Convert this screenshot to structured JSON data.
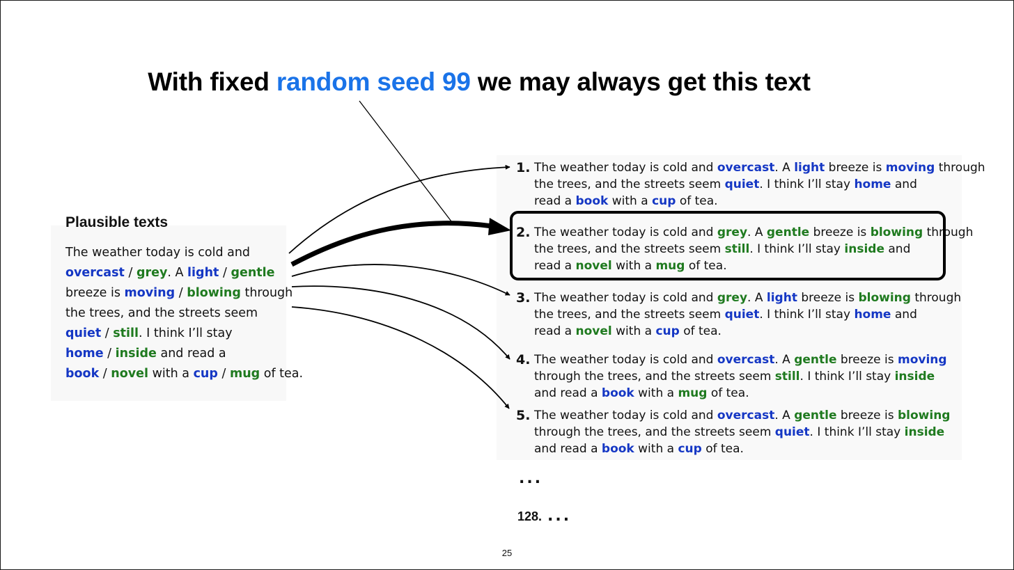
{
  "title": {
    "before": "With fixed ",
    "highlight": "random seed 99",
    "after": " we may always get this text",
    "highlight_color": "#1a73e8"
  },
  "colors": {
    "option_a": "#1537c4",
    "option_b": "#1f7a1f"
  },
  "left_panel": {
    "heading": "Plausible texts",
    "lines": [
      [
        {
          "t": "The weather today is cold and",
          "c": ""
        }
      ],
      [
        {
          "t": "overcast",
          "c": "b"
        },
        {
          "t": " / ",
          "c": ""
        },
        {
          "t": "grey",
          "c": "g"
        },
        {
          "t": ". A ",
          "c": ""
        },
        {
          "t": "light",
          "c": "b"
        },
        {
          "t": " / ",
          "c": ""
        },
        {
          "t": "gentle",
          "c": "g"
        }
      ],
      [
        {
          "t": "breeze is ",
          "c": ""
        },
        {
          "t": "moving",
          "c": "b"
        },
        {
          "t": " / ",
          "c": ""
        },
        {
          "t": "blowing",
          "c": "g"
        },
        {
          "t": " through",
          "c": ""
        }
      ],
      [
        {
          "t": "the trees, and the streets seem",
          "c": ""
        }
      ],
      [
        {
          "t": "quiet",
          "c": "b"
        },
        {
          "t": " / ",
          "c": ""
        },
        {
          "t": "still",
          "c": "g"
        },
        {
          "t": ". I think I’ll stay",
          "c": ""
        }
      ],
      [
        {
          "t": "home",
          "c": "b"
        },
        {
          "t": " / ",
          "c": ""
        },
        {
          "t": "inside",
          "c": "g"
        },
        {
          "t": " and read a",
          "c": ""
        }
      ],
      [
        {
          "t": "book",
          "c": "b"
        },
        {
          "t": " / ",
          "c": ""
        },
        {
          "t": "novel",
          "c": "g"
        },
        {
          "t": " with a ",
          "c": ""
        },
        {
          "t": "cup",
          "c": "b"
        },
        {
          "t": " / ",
          "c": ""
        },
        {
          "t": "mug",
          "c": "g"
        },
        {
          "t": " of tea.",
          "c": ""
        }
      ]
    ]
  },
  "samples": [
    {
      "number": "1.",
      "lines": [
        [
          {
            "t": "The weather today is cold and ",
            "c": ""
          },
          {
            "t": "overcast",
            "c": "b"
          },
          {
            "t": ".  A ",
            "c": ""
          },
          {
            "t": "light",
            "c": "b"
          },
          {
            "t": " breeze is ",
            "c": ""
          },
          {
            "t": "moving",
            "c": "b"
          },
          {
            "t": " through",
            "c": ""
          }
        ],
        [
          {
            "t": "the trees, and the streets seem ",
            "c": ""
          },
          {
            "t": "quiet",
            "c": "b"
          },
          {
            "t": ".  I think I’ll stay ",
            "c": ""
          },
          {
            "t": "home",
            "c": "b"
          },
          {
            "t": " and",
            "c": ""
          }
        ],
        [
          {
            "t": "read a ",
            "c": ""
          },
          {
            "t": "book",
            "c": "b"
          },
          {
            "t": " with a ",
            "c": ""
          },
          {
            "t": "cup",
            "c": "b"
          },
          {
            "t": " of tea.",
            "c": ""
          }
        ]
      ]
    },
    {
      "number": "2.",
      "lines": [
        [
          {
            "t": "The weather today is cold and ",
            "c": ""
          },
          {
            "t": "grey",
            "c": "g"
          },
          {
            "t": ".  A ",
            "c": ""
          },
          {
            "t": "gentle",
            "c": "g"
          },
          {
            "t": " breeze is ",
            "c": ""
          },
          {
            "t": "blowing",
            "c": "g"
          },
          {
            "t": " through",
            "c": ""
          }
        ],
        [
          {
            "t": "the trees, and the streets seem ",
            "c": ""
          },
          {
            "t": "still",
            "c": "g"
          },
          {
            "t": ".  I think I’ll stay ",
            "c": ""
          },
          {
            "t": "inside",
            "c": "g"
          },
          {
            "t": " and",
            "c": ""
          }
        ],
        [
          {
            "t": "read a ",
            "c": ""
          },
          {
            "t": "novel",
            "c": "g"
          },
          {
            "t": " with a ",
            "c": ""
          },
          {
            "t": "mug",
            "c": "g"
          },
          {
            "t": " of tea.",
            "c": ""
          }
        ]
      ]
    },
    {
      "number": "3.",
      "lines": [
        [
          {
            "t": "The weather today is cold and ",
            "c": ""
          },
          {
            "t": "grey",
            "c": "g"
          },
          {
            "t": ".  A ",
            "c": ""
          },
          {
            "t": "light",
            "c": "b"
          },
          {
            "t": " breeze is ",
            "c": ""
          },
          {
            "t": "blowing",
            "c": "g"
          },
          {
            "t": " through",
            "c": ""
          }
        ],
        [
          {
            "t": "the trees, and the streets seem ",
            "c": ""
          },
          {
            "t": "quiet",
            "c": "b"
          },
          {
            "t": ".  I think I’ll stay ",
            "c": ""
          },
          {
            "t": "home",
            "c": "b"
          },
          {
            "t": " and",
            "c": ""
          }
        ],
        [
          {
            "t": "read a ",
            "c": ""
          },
          {
            "t": "novel",
            "c": "g"
          },
          {
            "t": " with a ",
            "c": ""
          },
          {
            "t": "cup",
            "c": "b"
          },
          {
            "t": " of tea.",
            "c": ""
          }
        ]
      ]
    },
    {
      "number": "4.",
      "lines": [
        [
          {
            "t": "The weather today is cold and ",
            "c": ""
          },
          {
            "t": "overcast",
            "c": "b"
          },
          {
            "t": ".  A ",
            "c": ""
          },
          {
            "t": "gentle",
            "c": "g"
          },
          {
            "t": " breeze is ",
            "c": ""
          },
          {
            "t": "moving",
            "c": "b"
          }
        ],
        [
          {
            "t": "through the trees, and the streets seem ",
            "c": ""
          },
          {
            "t": "still",
            "c": "g"
          },
          {
            "t": ".  I think I’ll stay ",
            "c": ""
          },
          {
            "t": "inside",
            "c": "g"
          }
        ],
        [
          {
            "t": "and read a ",
            "c": ""
          },
          {
            "t": "book",
            "c": "b"
          },
          {
            "t": " with a ",
            "c": ""
          },
          {
            "t": "mug",
            "c": "g"
          },
          {
            "t": " of tea.",
            "c": ""
          }
        ]
      ]
    },
    {
      "number": "5.",
      "lines": [
        [
          {
            "t": "The weather today is cold and ",
            "c": ""
          },
          {
            "t": "overcast",
            "c": "b"
          },
          {
            "t": ".  A ",
            "c": ""
          },
          {
            "t": "gentle",
            "c": "g"
          },
          {
            "t": " breeze is ",
            "c": ""
          },
          {
            "t": "blowing",
            "c": "g"
          }
        ],
        [
          {
            "t": "through the trees, and the streets seem ",
            "c": ""
          },
          {
            "t": "quiet",
            "c": "b"
          },
          {
            "t": ".  I think I’ll stay ",
            "c": ""
          },
          {
            "t": "inside",
            "c": "g"
          }
        ],
        [
          {
            "t": "and read a ",
            "c": ""
          },
          {
            "t": "book",
            "c": "b"
          },
          {
            "t": " with a ",
            "c": ""
          },
          {
            "t": "cup",
            "c": "b"
          },
          {
            "t": " of tea.",
            "c": ""
          }
        ]
      ]
    }
  ],
  "ellipsis": "...",
  "last_item": {
    "number": "128.",
    "text": "..."
  },
  "page_number": "25"
}
